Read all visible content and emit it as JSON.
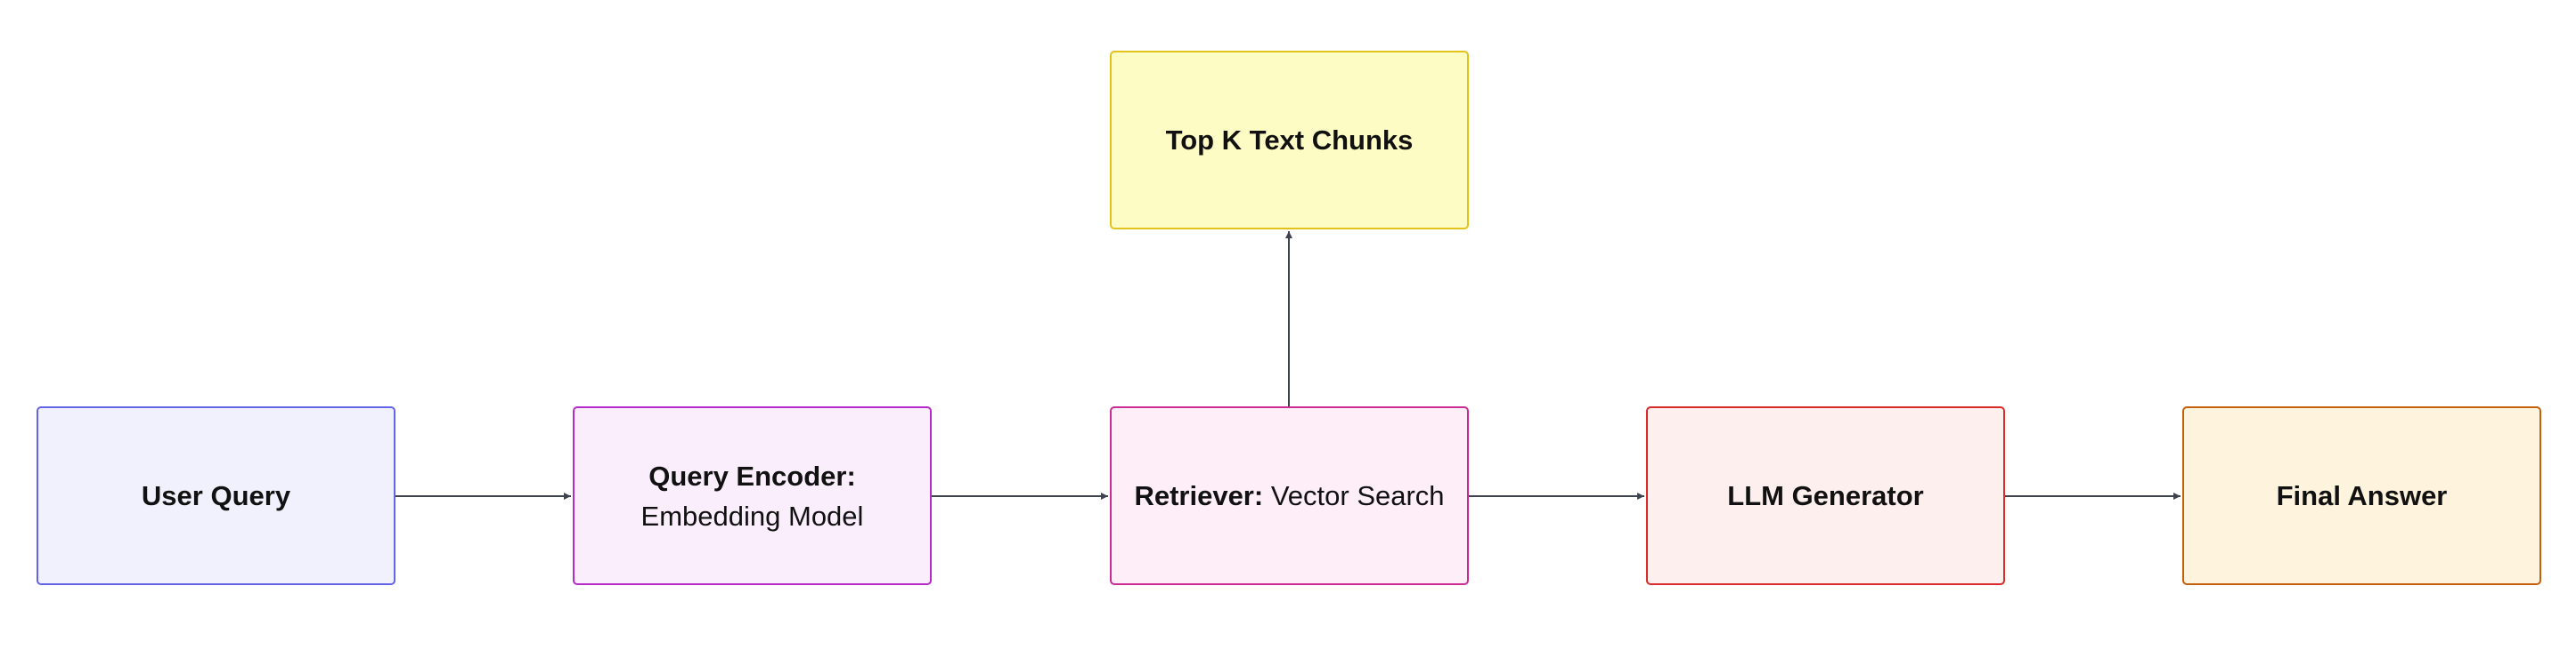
{
  "nodes": {
    "user_query": {
      "label": "User Query"
    },
    "query_encoder": {
      "label_bold": "Query Encoder:",
      "label_normal": "Embedding Model"
    },
    "retriever": {
      "label_bold": "Retriever:",
      "label_normal": "Vector Search"
    },
    "llm_generator": {
      "label": "LLM Generator"
    },
    "final_answer": {
      "label": "Final Answer"
    },
    "top_k": {
      "label": "Top K Text Chunks"
    }
  },
  "edges": [
    {
      "from": "user_query",
      "to": "query_encoder"
    },
    {
      "from": "query_encoder",
      "to": "retriever"
    },
    {
      "from": "retriever",
      "to": "llm_generator"
    },
    {
      "from": "llm_generator",
      "to": "final_answer"
    },
    {
      "from": "retriever",
      "to": "top_k"
    }
  ],
  "colors": {
    "edge": "#3d4450",
    "user_query_fill": "#f1f1fd",
    "user_query_border": "#6464e6",
    "query_encoder_fill": "#fbeefc",
    "query_encoder_border": "#b52bc7",
    "retriever_fill": "#fdeef8",
    "retriever_border": "#cb2c94",
    "llm_generator_fill": "#fdefee",
    "llm_generator_border": "#da2b2b",
    "final_answer_fill": "#fef3dc",
    "final_answer_border": "#c2600f",
    "top_k_fill": "#fdfcc4",
    "top_k_border": "#e3c21a"
  }
}
